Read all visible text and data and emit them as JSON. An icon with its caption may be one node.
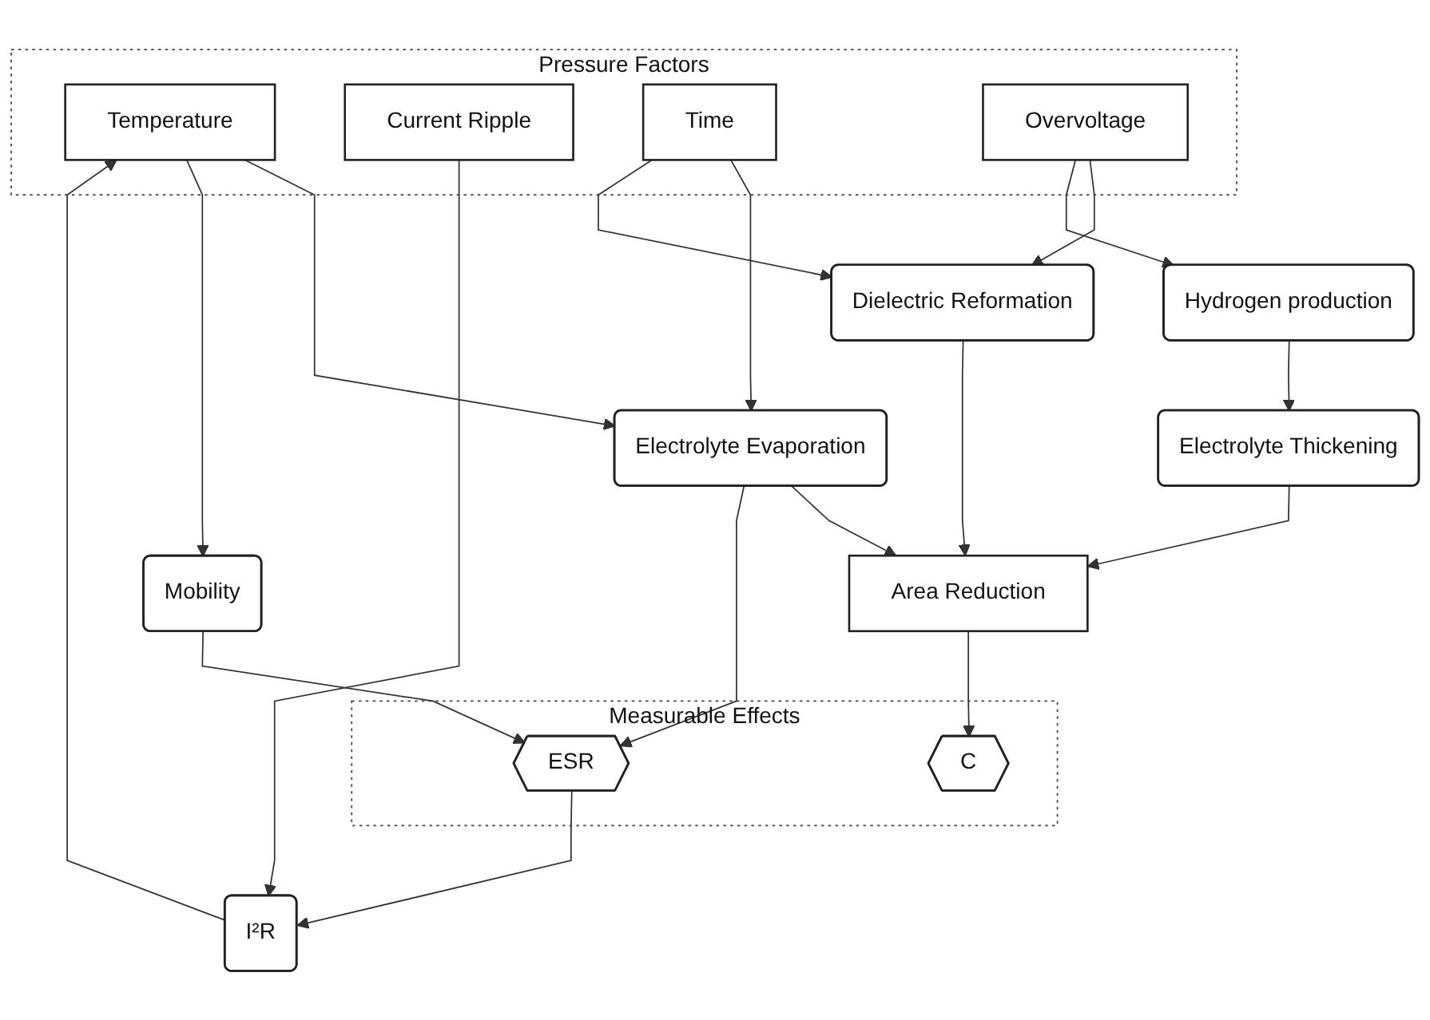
{
  "diagram": {
    "nodes": [
      {
        "text": [
          "Pressure Factors"
        ]
      },
      {
        "text": [
          "Temperature"
        ],
        "in": 0
      },
      {
        "text": [
          "Current Ripple"
        ],
        "in": 0
      },
      {
        "text": [
          "Time"
        ],
        "in": 0
      },
      {
        "text": [
          "Overvoltage"
        ],
        "in": 0
      },
      {
        "text": [
          "Hydrogen production"
        ]
      },
      {
        "text": [
          "I²R"
        ]
      },
      {
        "text": [
          "Electrolyte Evaporation"
        ]
      },
      {
        "text": [
          "Dielectric Reformation"
        ]
      },
      {
        "text": [
          "Electrolyte Thickening"
        ]
      },
      {
        "text": [
          "Mobility"
        ]
      },
      {
        "text": [
          "Area Reduction"
        ]
      },
      {
        "text": [
          "Measurable Effects"
        ]
      },
      {
        "text": [
          "ESR"
        ],
        "in": 12
      },
      {
        "text": [
          "C"
        ],
        "in": 12
      }
    ],
    "edges": [
      {
        "from": 1,
        "to": 7,
        "arrow": "to"
      },
      {
        "from": 1,
        "to": 10,
        "arrow": "to"
      },
      {
        "from": 6,
        "to": 1,
        "arrow": "to"
      },
      {
        "from": 2,
        "to": 6,
        "arrow": "to"
      },
      {
        "from": 3,
        "to": 7,
        "arrow": "to"
      },
      {
        "from": 3,
        "to": 8,
        "arrow": "to"
      },
      {
        "from": 4,
        "to": 8,
        "arrow": "to"
      },
      {
        "from": 4,
        "to": 5,
        "arrow": "to"
      },
      {
        "from": 5,
        "to": 9,
        "arrow": "to"
      },
      {
        "from": 9,
        "to": 11,
        "arrow": "to"
      },
      {
        "from": 7,
        "to": 11,
        "arrow": "to"
      },
      {
        "from": 8,
        "to": 11,
        "arrow": "to"
      },
      {
        "from": 7,
        "to": 13,
        "arrow": "to"
      },
      {
        "from": 10,
        "to": 13,
        "arrow": "to"
      },
      {
        "from": 13,
        "to": 6,
        "arrow": "to"
      },
      {
        "from": 11,
        "to": 14,
        "arrow": "to"
      }
    ]
  }
}
